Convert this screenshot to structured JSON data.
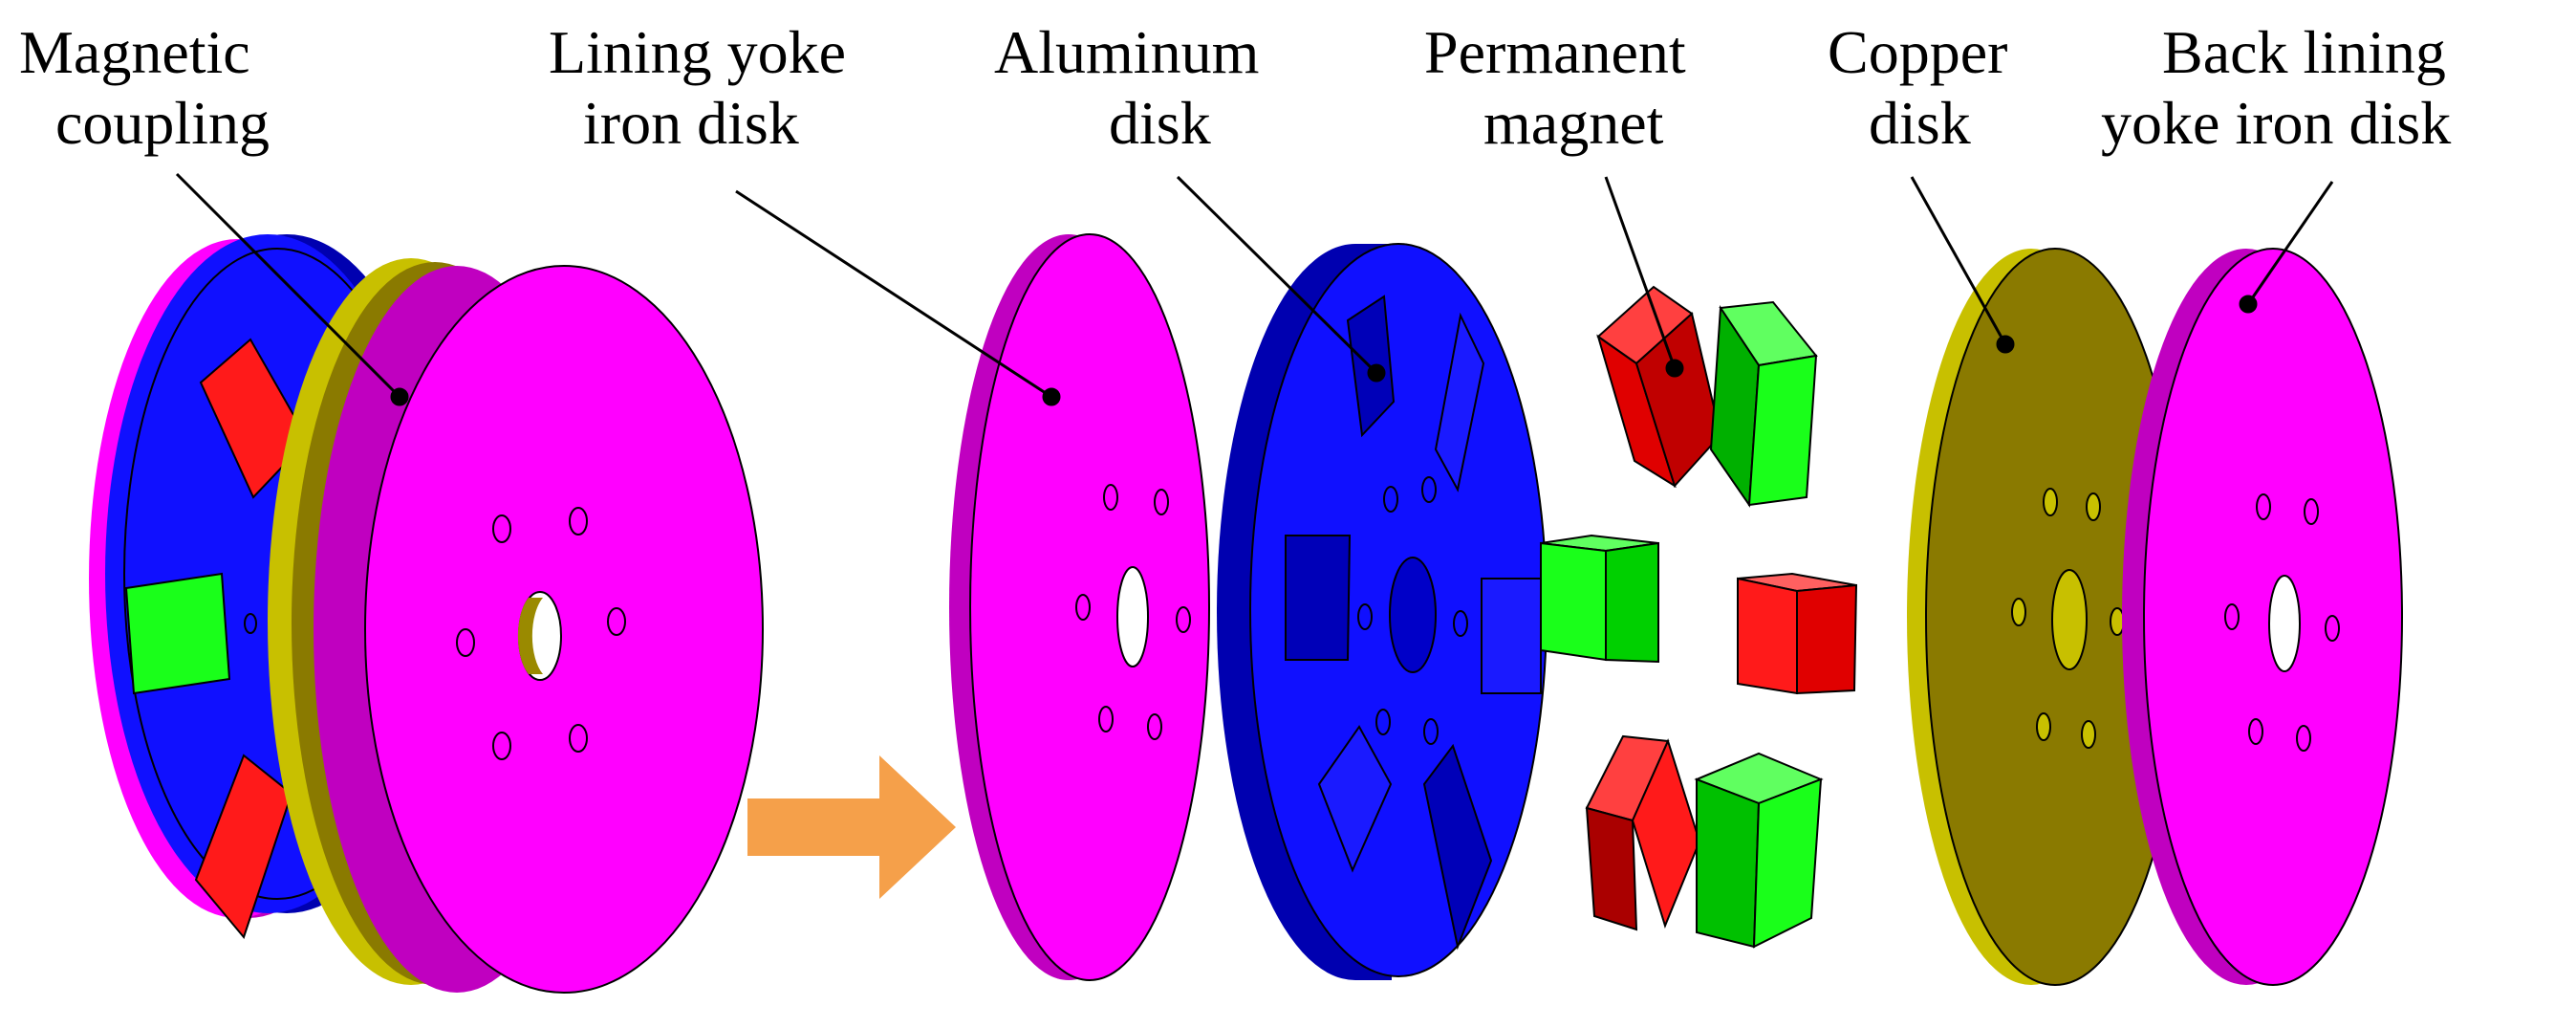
{
  "labels": {
    "magnetic_coupling": [
      "Magnetic",
      "coupling"
    ],
    "lining_yoke": [
      "Lining yoke",
      "iron disk"
    ],
    "aluminum": [
      "Aluminum",
      "disk"
    ],
    "permanent_magnet": [
      "Permanent",
      "magnet"
    ],
    "copper": [
      "Copper",
      "disk"
    ],
    "back_lining": [
      "Back lining",
      "yoke iron disk"
    ]
  },
  "colors": {
    "iron_disk": "#ff00ff",
    "iron_disk_edge": "#c000c0",
    "aluminum_disk": "#1010ff",
    "aluminum_disk_edge": "#0000b0",
    "copper_disk": "#8a7a00",
    "copper_disk_edge": "#c8c000",
    "magnet_north": "#ff1a1a",
    "magnet_south": "#1aff1a",
    "arrow": "#f5a04a"
  }
}
